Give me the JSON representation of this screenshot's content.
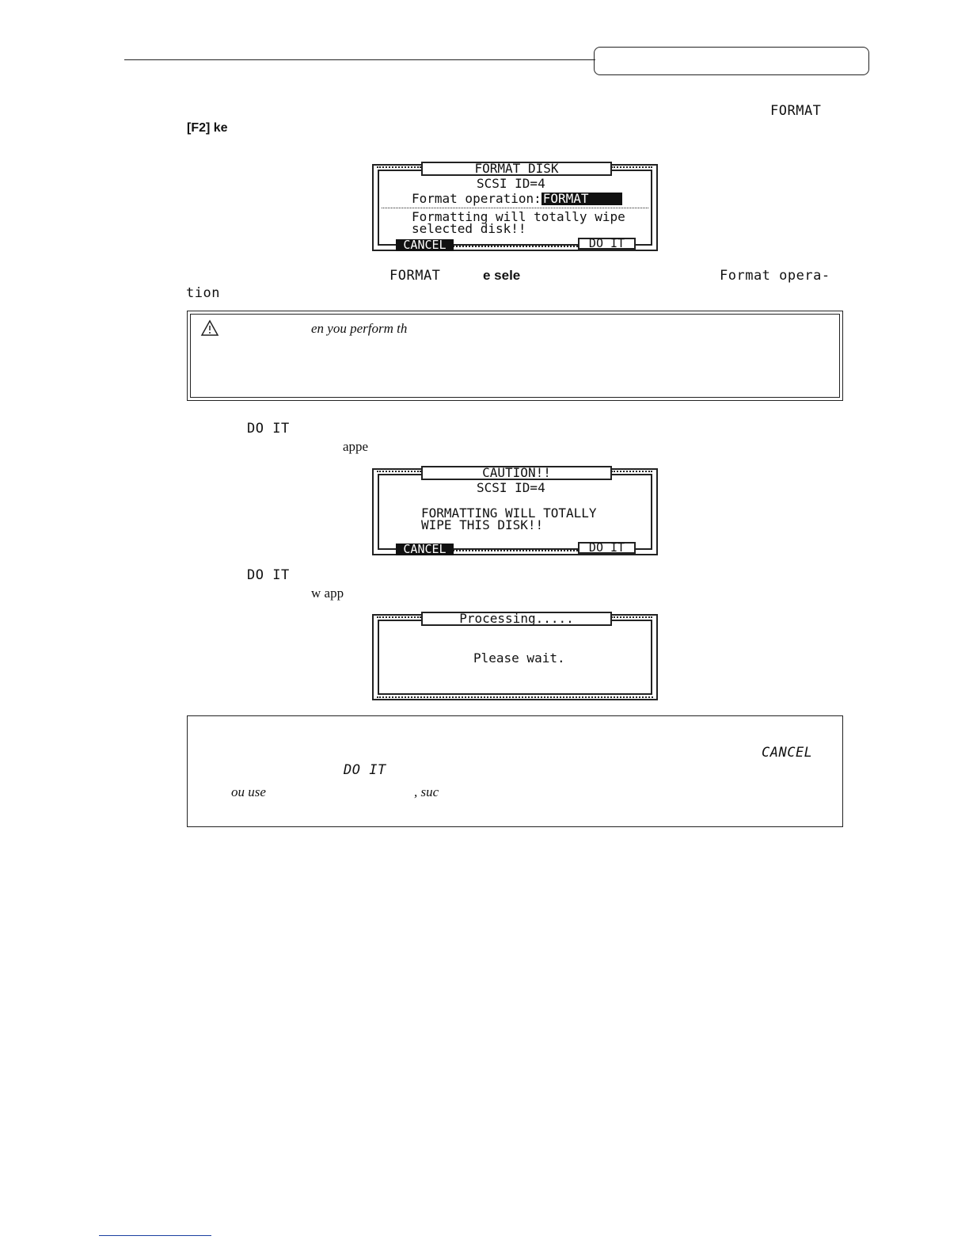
{
  "header": {
    "title": ""
  },
  "intro": {
    "line1_key": "FORMAT",
    "line2_key": "[F2] ke"
  },
  "screen1": {
    "title": "FORMAT DISK",
    "scsi": "SCSI ID=4",
    "op_label": "Format operation:",
    "op_value": "FORMAT",
    "warn1": "Formatting will totally wipe",
    "warn2": "selected disk!!",
    "cancel": "CANCEL",
    "doit": "DO IT"
  },
  "after1": {
    "frag1": "FORMAT",
    "frag2": "e sele",
    "frag3": "Format opera-",
    "frag4": "tion"
  },
  "caution": {
    "text": "en you perform th"
  },
  "step2": {
    "key": "DO IT",
    "text": "appe"
  },
  "screen2": {
    "title": "CAUTION!!",
    "scsi": "SCSI ID=4",
    "msg1": "FORMATTING WILL TOTALLY",
    "msg2": "WIPE THIS DISK!!",
    "cancel": "CANCEL",
    "doit": "DO IT"
  },
  "step3": {
    "key": "DO IT",
    "text": "w app"
  },
  "screen3": {
    "title": "Processing.....",
    "msg": "Please wait."
  },
  "note": {
    "cancel": "CANCEL",
    "doit": "DO IT",
    "frag1": "ou use",
    "frag2": ", suc"
  }
}
